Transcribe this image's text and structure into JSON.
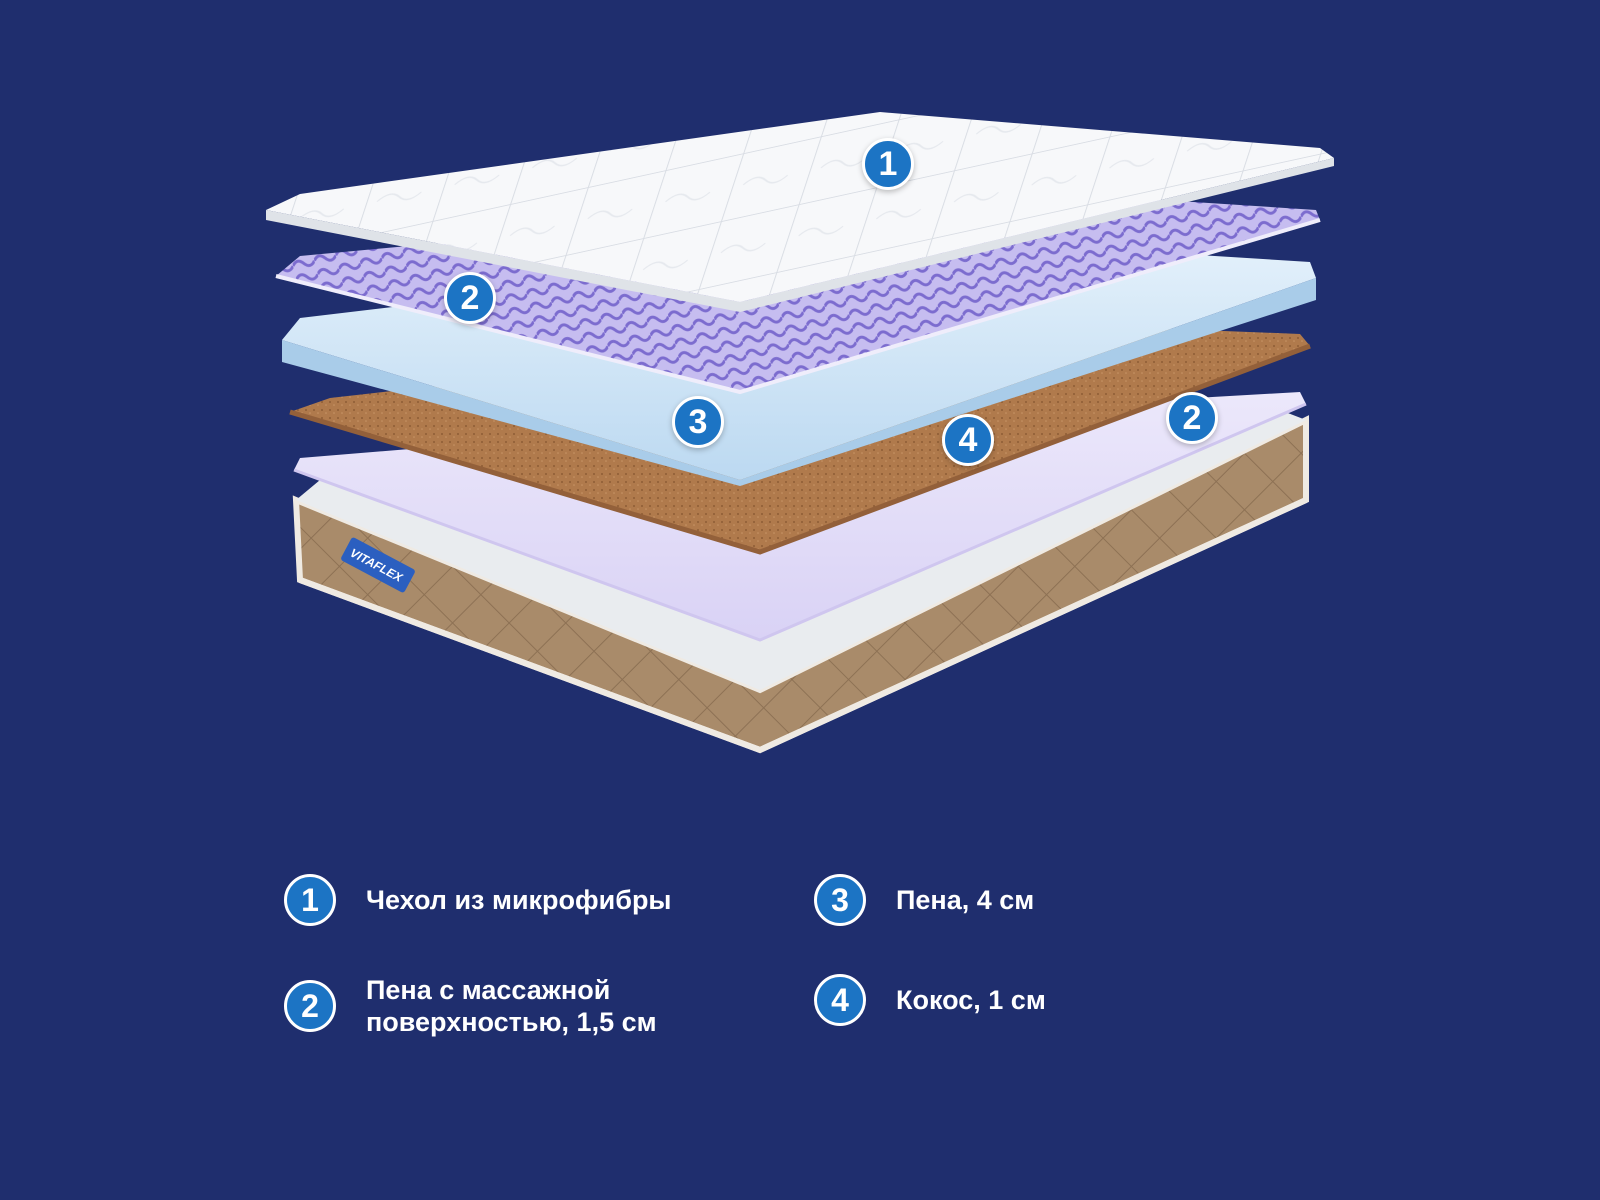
{
  "brand": "VITAFLEX",
  "colors": {
    "background": "#1f2e6e",
    "marker": "#1c74c4",
    "cover": "#f4f6f9",
    "massage_foam": "#b6a9e6",
    "foam": "#dcecf8",
    "coconut": "#b07a4c",
    "base_fabric": "#a98b6a"
  },
  "markers": [
    {
      "number": "1",
      "layer": "cover"
    },
    {
      "number": "2",
      "layer": "massage-foam-top"
    },
    {
      "number": "3",
      "layer": "foam"
    },
    {
      "number": "4",
      "layer": "coconut"
    },
    {
      "number": "2",
      "layer": "massage-foam-bottom"
    }
  ],
  "legend": [
    {
      "number": "1",
      "text": "Чехол из микрофибры"
    },
    {
      "number": "2",
      "text": "Пена с массажной\nповерхностью, 1,5 см"
    },
    {
      "number": "3",
      "text": "Пена, 4 см"
    },
    {
      "number": "4",
      "text": "Кокос, 1 см"
    }
  ]
}
